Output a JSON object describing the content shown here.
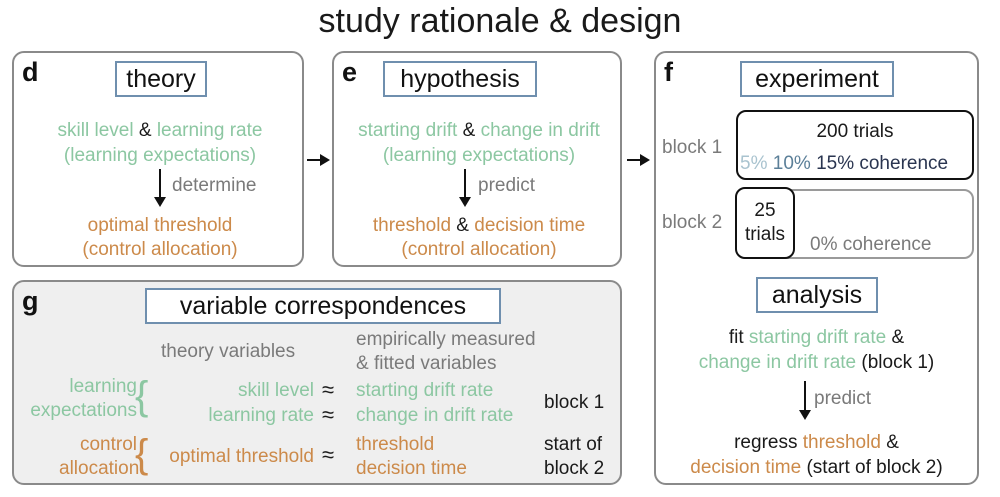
{
  "title": "study rationale & design",
  "panel_d": {
    "letter": "d",
    "heading": "theory",
    "skill_level": "skill level",
    "amp": "&",
    "learning_rate": "learning rate",
    "learning_expectations": "(learning expectations)",
    "verb": "determine",
    "optimal_threshold": "optimal threshold",
    "control_allocation": "(control allocation)"
  },
  "panel_e": {
    "letter": "e",
    "heading": "hypothesis",
    "starting_drift": "starting drift",
    "amp": "&",
    "change_in_drift": "change in drift",
    "learning_expectations": "(learning expectations)",
    "verb": "predict",
    "threshold": "threshold",
    "amp2": "&",
    "decision_time": "decision time",
    "control_allocation": "(control allocation)"
  },
  "panel_f": {
    "letter": "f",
    "heading": "experiment",
    "block1_label": "block 1",
    "block1_trials": "200 trials",
    "coh5": "5%",
    "coh10": "10%",
    "coh15": "15% coherence",
    "block2_label": "block 2",
    "block2_trials_num": "25",
    "block2_trials_word": "trials",
    "block2_coherence": "0% coherence",
    "analysis_heading": "analysis",
    "fit": "fit",
    "starting_drift_rate": "starting drift rate",
    "amp": "&",
    "change_in_drift_rate": "change in drift rate",
    "block1_paren": "(block 1)",
    "verb": "predict",
    "regress": "regress",
    "threshold": "threshold",
    "amp2": "&",
    "decision_time": "decision time",
    "start_block2_paren": "(start of block 2)"
  },
  "panel_g": {
    "letter": "g",
    "heading": "variable correspondences",
    "col_theory": "theory variables",
    "col_empirical_1": "empirically measured",
    "col_empirical_2": "& fitted variables",
    "learning": "learning",
    "expectations": "expectations",
    "skill_level": "skill level",
    "learning_rate": "learning rate",
    "approx": "≈",
    "starting_drift_rate": "starting drift rate",
    "change_in_drift_rate": "change in drift rate",
    "block1": "block 1",
    "control": "control",
    "allocation": "allocation",
    "optimal_threshold": "optimal threshold",
    "threshold": "threshold",
    "decision_time": "decision time",
    "start_of": "start of",
    "block2": "block 2"
  },
  "colors": {
    "learning": "#8cc7a2",
    "control": "#cc8a4a",
    "heading_border": "#6f8fae",
    "panel_border": "#8a8a8a"
  }
}
